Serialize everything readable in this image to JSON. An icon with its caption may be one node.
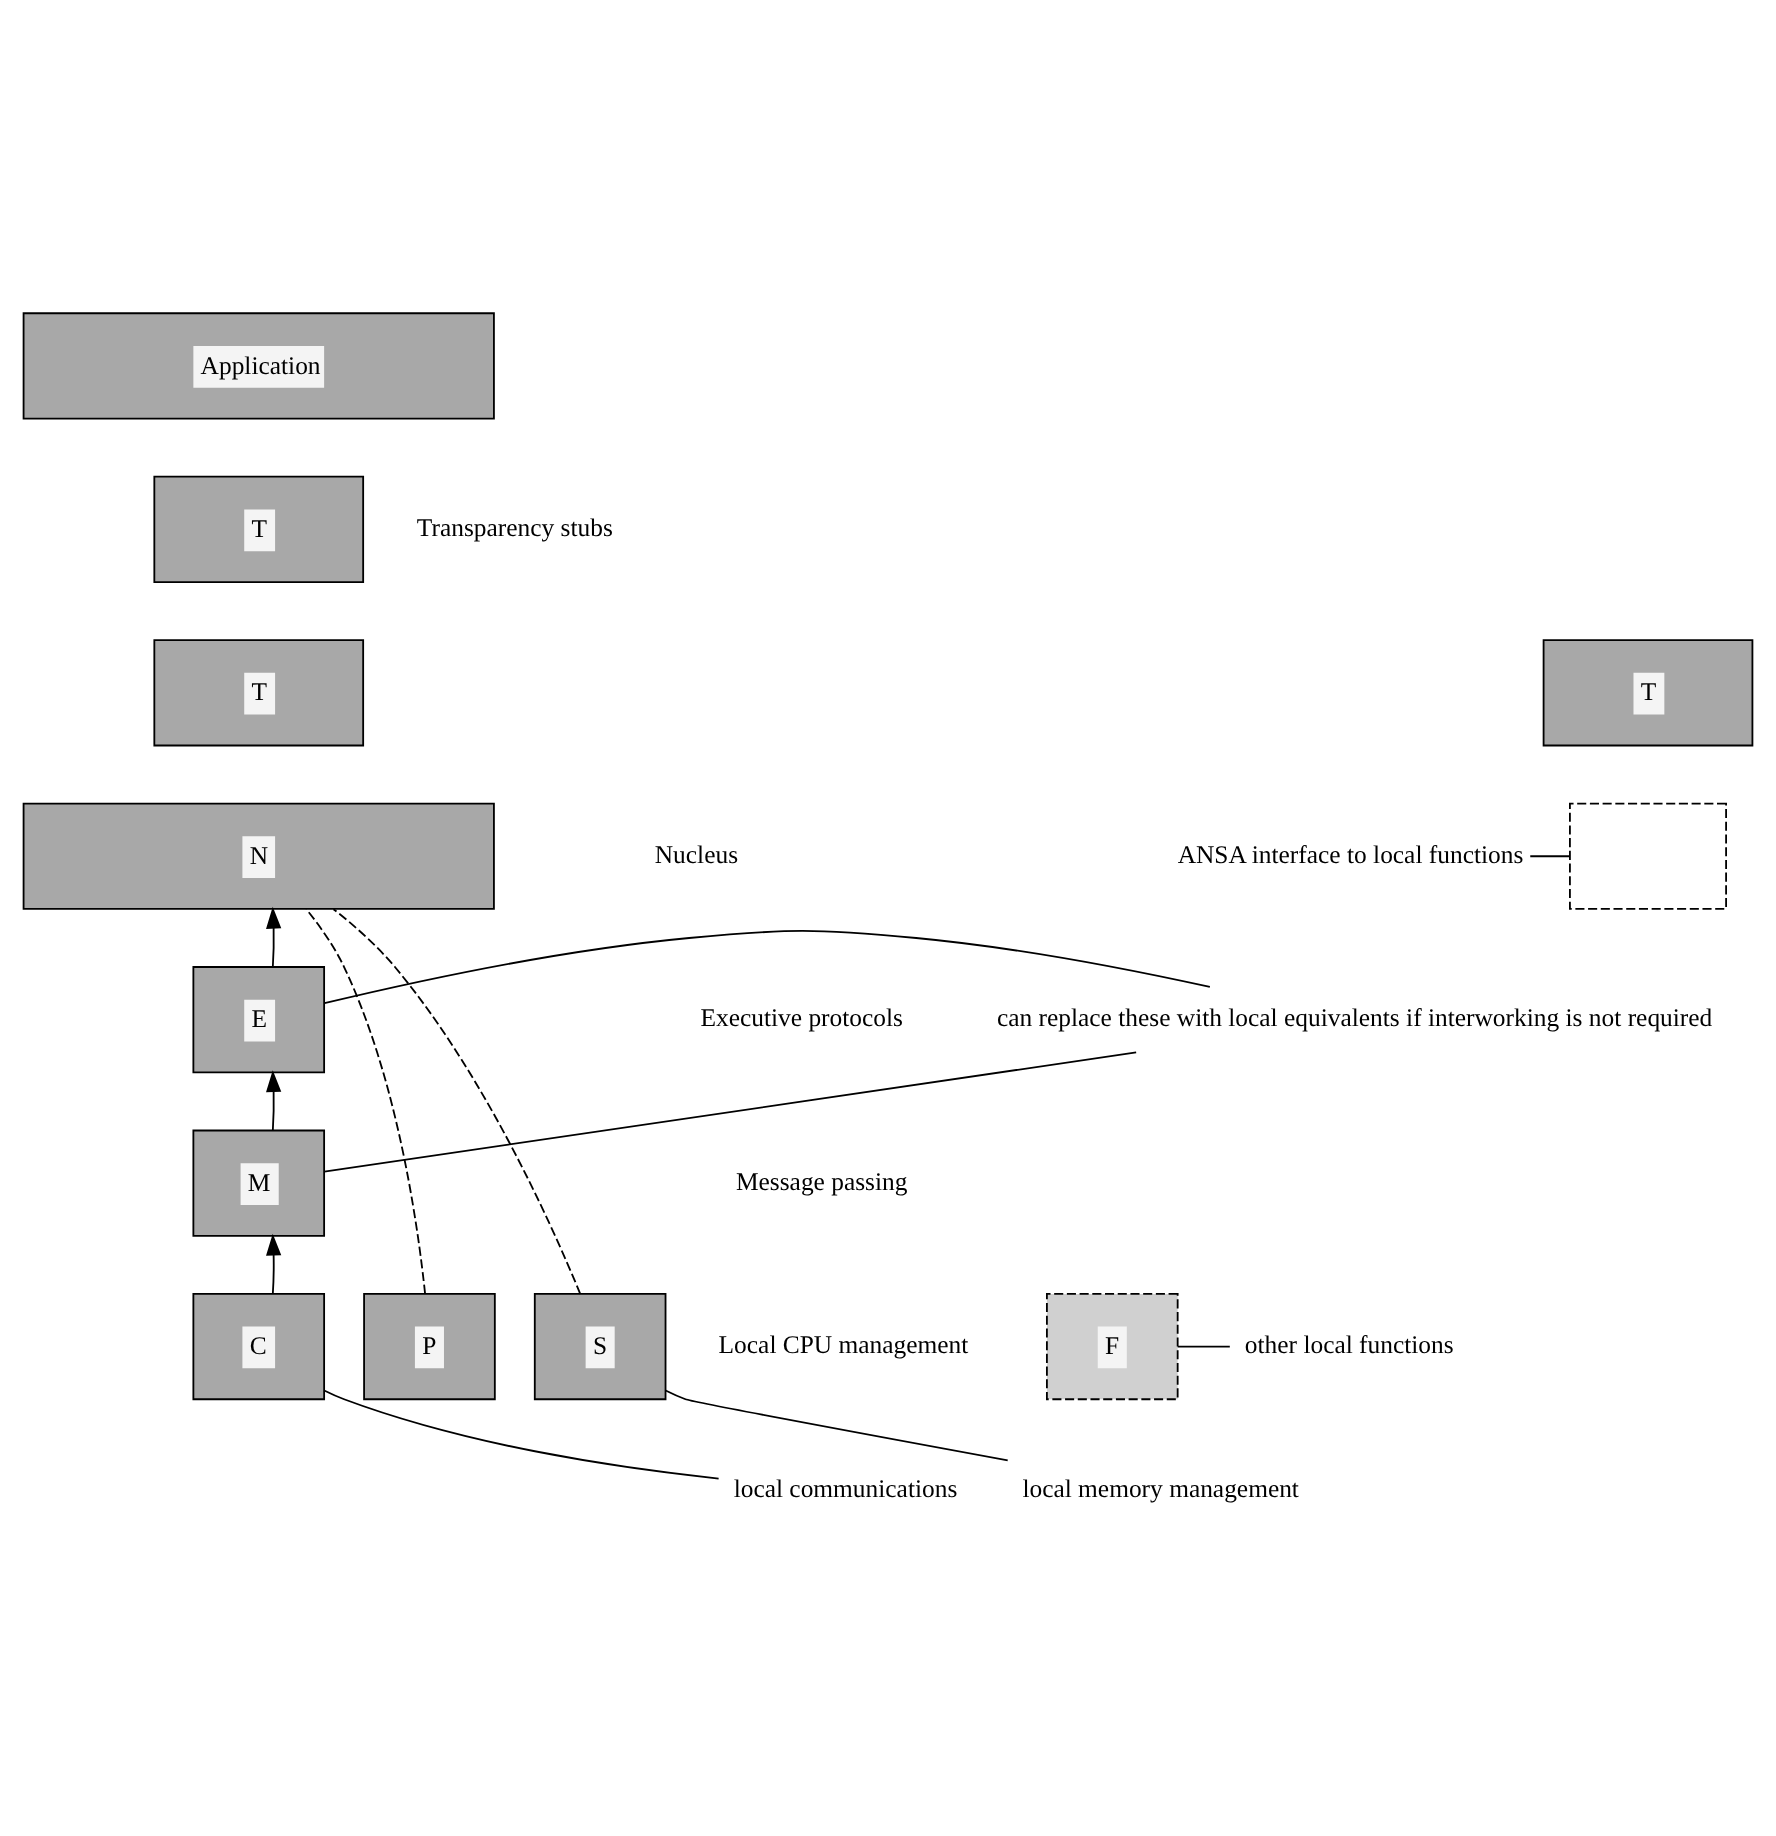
{
  "diagram": {
    "nodes": [
      {
        "text": [
          "Application"
        ]
      },
      {
        "text": [
          "T"
        ]
      },
      {
        "text": [
          "T"
        ]
      },
      {
        "text": [
          "T"
        ]
      },
      {
        "text": [
          "N"
        ]
      },
      {
        "text": [],
        "shape": "box"
      },
      {
        "text": [
          "E"
        ]
      },
      {
        "text": [
          "M"
        ]
      },
      {
        "text": [
          "P"
        ]
      },
      {
        "text": [
          "C"
        ]
      },
      {
        "text": [
          "S"
        ]
      },
      {
        "text": [
          "F"
        ]
      },
      {
        "text": [
          "ANSA interface to local functions"
        ]
      },
      {
        "text": [
          "can replace these with local equivalents if interworking is not required"
        ]
      },
      {
        "text": [
          "other local functions"
        ]
      },
      {
        "text": [
          "local communications"
        ]
      },
      {
        "text": [
          "local memory management"
        ]
      }
    ],
    "edges": [
      {
        "from": 7,
        "to": 6,
        "arrow": "to"
      },
      {
        "from": 6,
        "to": 4,
        "arrow": "to"
      },
      {
        "from": 9,
        "to": 7,
        "arrow": "to"
      },
      {
        "from": 8,
        "to": 4,
        "arrow": "none",
        "style": "dashed"
      },
      {
        "from": 10,
        "to": 4,
        "arrow": "none",
        "style": "dashed"
      },
      {
        "from": 12,
        "to": 5,
        "arrow": "none"
      },
      {
        "from": 13,
        "to": 6,
        "arrow": "none"
      },
      {
        "from": 13,
        "to": 7,
        "arrow": "none"
      },
      {
        "from": 14,
        "to": 11,
        "arrow": "none"
      },
      {
        "from": 15,
        "to": 9,
        "arrow": "none"
      },
      {
        "from": 16,
        "to": 10,
        "arrow": "none"
      }
    ],
    "labels": [
      "Transparency stubs",
      "Nucleus",
      "Executive protocols",
      "Message passing",
      "Local CPU management"
    ]
  }
}
